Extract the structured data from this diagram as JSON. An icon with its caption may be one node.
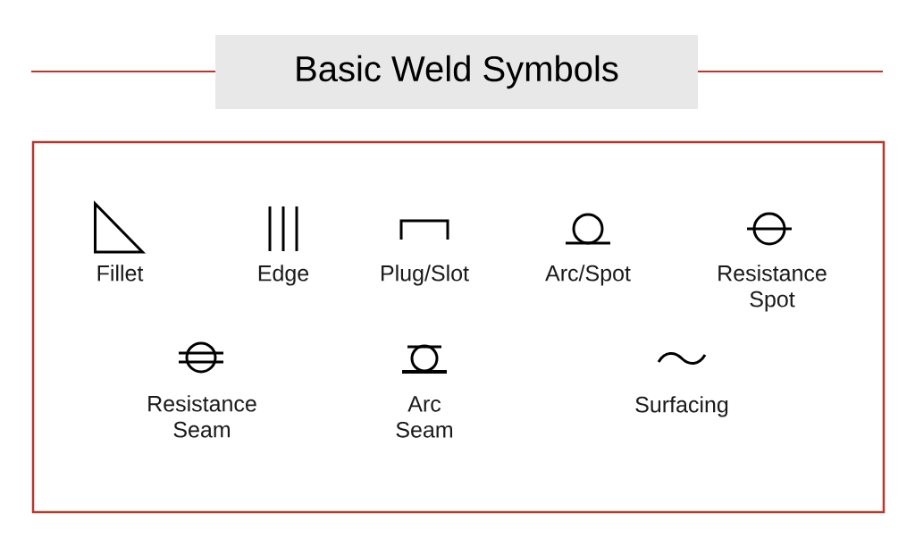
{
  "diagram": {
    "title": "Basic Weld Symbols",
    "labels": [
      "Fillet",
      "Edge",
      "Plug/Slot",
      "Arc/Spot",
      "Resistance Spot",
      "Resistance Seam",
      "Arc Seam",
      "Surfacing"
    ]
  }
}
